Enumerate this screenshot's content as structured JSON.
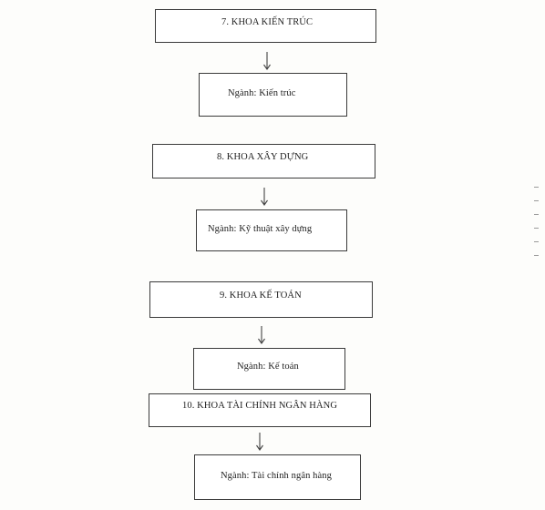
{
  "sections": [
    {
      "faculty": "7. KHOA KIẾN TRÚC",
      "major": "Ngành: Kiến trúc"
    },
    {
      "faculty": "8. KHOA XÂY DỰNG",
      "major": "Ngành: Kỹ thuật xây dựng"
    },
    {
      "faculty": "9. KHOA KẾ TOÁN",
      "major": "Ngành: Kế toán"
    },
    {
      "faculty": "10. KHOA TÀI CHÍNH NGÂN HÀNG",
      "major": "Ngành: Tài chính ngân hàng"
    }
  ]
}
